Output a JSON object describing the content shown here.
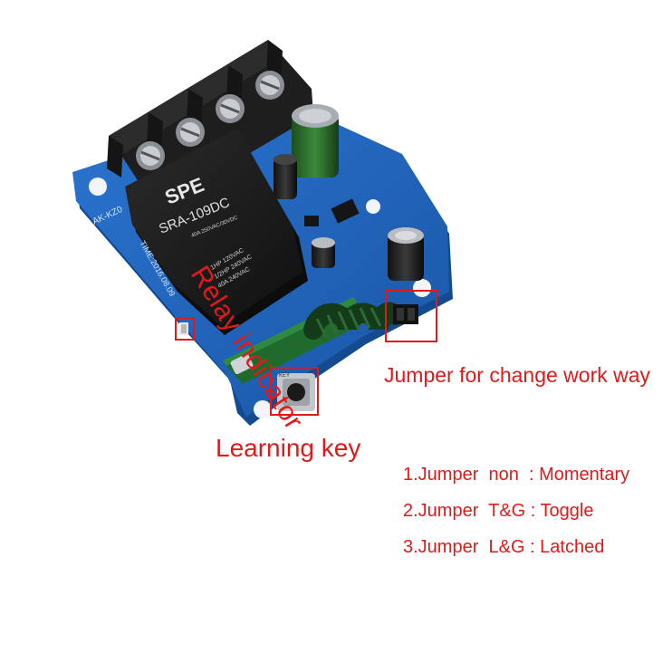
{
  "labels": {
    "relay_indicator": "Relay indicator",
    "jumper": "Jumper for change work way",
    "learning_key": "Learning key"
  },
  "modes": [
    "1.Jumper  non  : Momentary",
    "2.Jumper  T&G : Toggle",
    "3.Jumper  L&G : Latched"
  ],
  "board_print": {
    "brand": "SPE",
    "model": "SRA-109DC",
    "rating": "40A 250VAC/30VDC",
    "ul_1": "1HP 120VAC",
    "ul_2": "1/2HP 240VAC",
    "ul_3": "40A 240VAC",
    "pcb_code": "AK-KZ0",
    "pcb_date": "TIME:2016.08.09",
    "button_text": "KEY"
  },
  "colors": {
    "pcb": "#1e62b8",
    "annotation": "#e01a1a",
    "relay": "#1b1b1b",
    "terminal": "#222222"
  }
}
